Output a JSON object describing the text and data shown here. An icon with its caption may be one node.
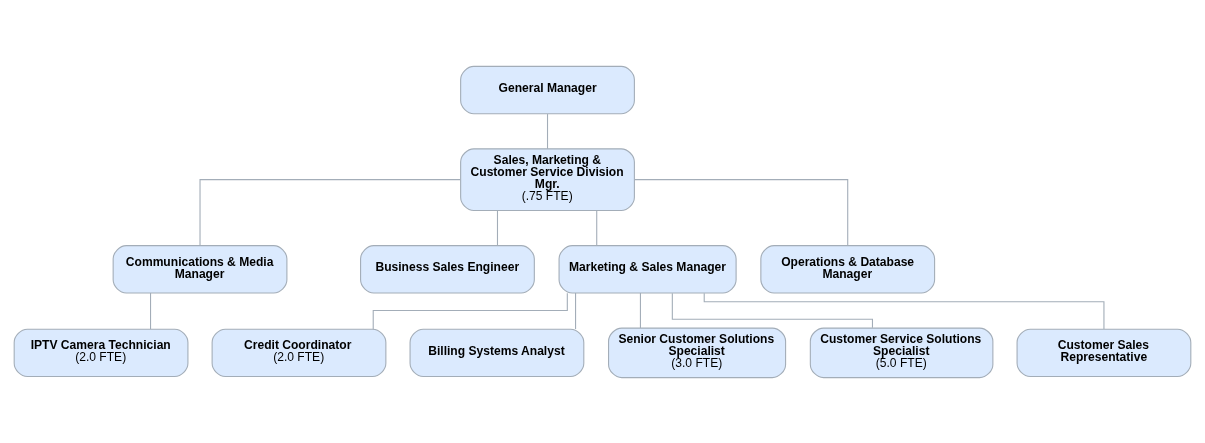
{
  "diagram": {
    "nodes": [
      {
        "text": [
          "General Manager"
        ]
      },
      {
        "text": [
          "Sales, Marketing & Customer Service Division Mgr.",
          "(.75 FTE)"
        ]
      },
      {
        "text": [
          "Communications & Media Manager"
        ]
      },
      {
        "text": [
          "Business Sales Engineer"
        ]
      },
      {
        "text": [
          "Marketing & Sales Manager"
        ]
      },
      {
        "text": [
          "Operations & Database Manager"
        ]
      },
      {
        "text": [
          "IPTV Camera Technician",
          "(2.0 FTE)"
        ]
      },
      {
        "text": [
          "Credit Coordinator",
          "(2.0 FTE)"
        ]
      },
      {
        "text": [
          "Billing Systems Analyst"
        ]
      },
      {
        "text": [
          "Senior Customer Solutions Specialist",
          "(3.0 FTE)"
        ]
      },
      {
        "text": [
          "Customer Service Solutions Specialist",
          "(5.0 FTE)"
        ]
      },
      {
        "text": [
          "Customer Sales Representative"
        ]
      }
    ],
    "edges": [
      {
        "from": 0,
        "to": 1,
        "arrow": "none"
      },
      {
        "from": 1,
        "to": 2,
        "arrow": "none"
      },
      {
        "from": 1,
        "to": 3,
        "arrow": "none"
      },
      {
        "from": 1,
        "to": 4,
        "arrow": "none"
      },
      {
        "from": 1,
        "to": 5,
        "arrow": "none"
      },
      {
        "from": 2,
        "to": 6,
        "arrow": "none"
      },
      {
        "from": 4,
        "to": 7,
        "arrow": "none"
      },
      {
        "from": 4,
        "to": 8,
        "arrow": "none"
      },
      {
        "from": 4,
        "to": 9,
        "arrow": "none"
      },
      {
        "from": 4,
        "to": 10,
        "arrow": "none"
      },
      {
        "from": 4,
        "to": 11,
        "arrow": "none"
      }
    ]
  }
}
